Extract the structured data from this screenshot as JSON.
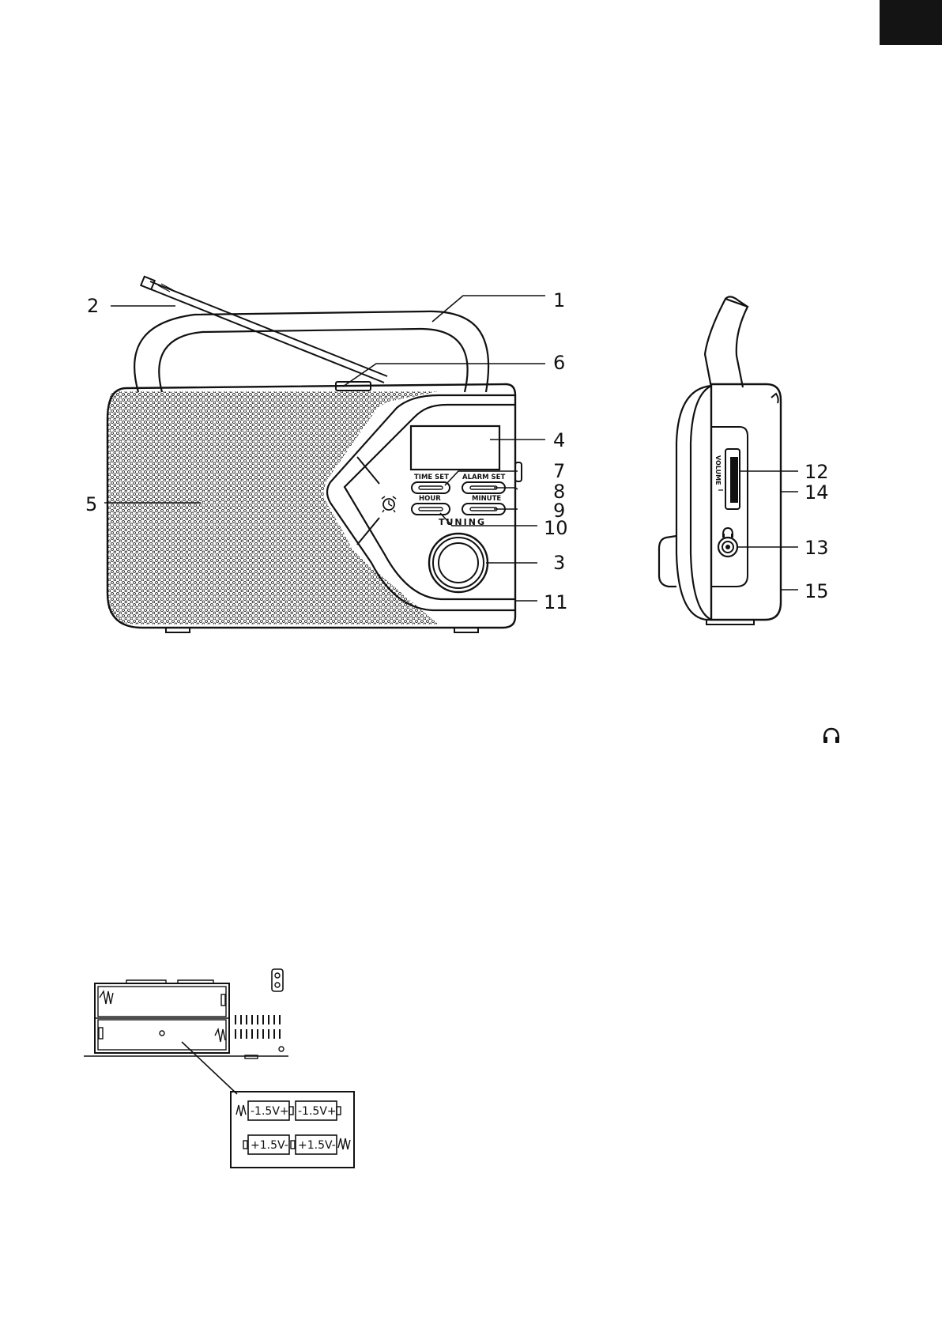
{
  "colors": {
    "ink": "#111111",
    "paper": "#ffffff",
    "corner_tab": "#141414"
  },
  "radio": {
    "buttons": {
      "time_set": "TIME SET",
      "alarm_set": "ALARM SET",
      "hour": "HOUR",
      "minute": "MINUTE"
    },
    "tuning_label": "TUNING"
  },
  "side_view": {
    "volume_label": "VOLUME"
  },
  "callouts": {
    "c1": "1",
    "c2": "2",
    "c3": "3",
    "c4": "4",
    "c5": "5",
    "c6": "6",
    "c7": "7",
    "c8": "8",
    "c9": "9",
    "c10": "10",
    "c11": "11",
    "c12": "12",
    "c13": "13",
    "c14": "14",
    "c15": "15"
  },
  "battery": {
    "top_left": "-1.5V+",
    "top_right": "-1.5V+",
    "bottom_left": "+1.5V-",
    "bottom_right": "+1.5V-"
  },
  "icons": [
    "alarm-clock-icon",
    "headphone-icon",
    "power-socket-icon",
    "battery-spring-icon"
  ]
}
